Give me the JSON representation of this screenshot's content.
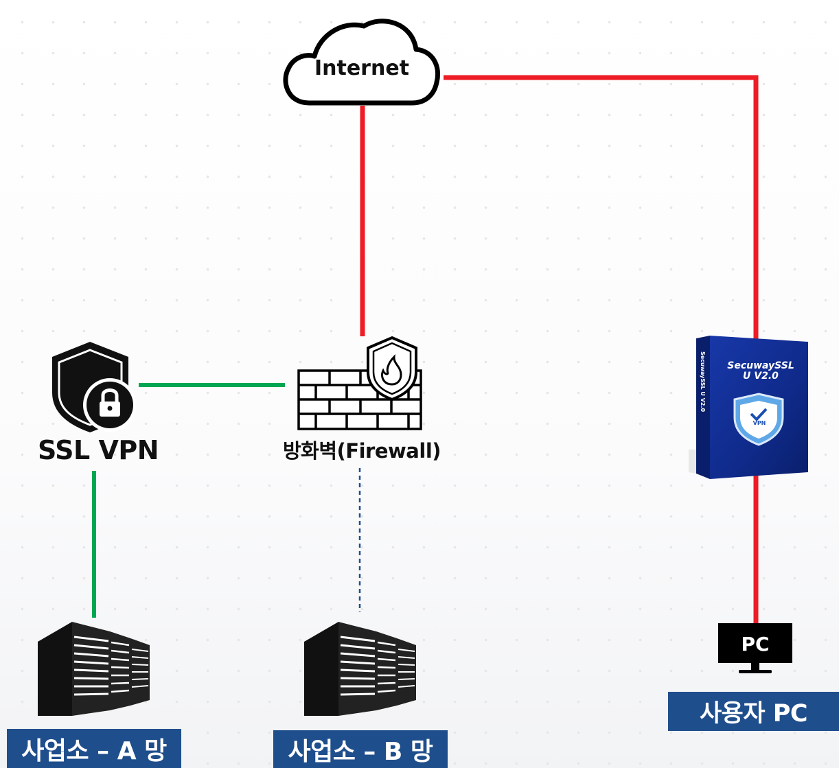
{
  "nodes": {
    "internet": {
      "label": "Internet",
      "icon": "cloud-icon"
    },
    "ssl_vpn": {
      "label": "SSL VPN",
      "icon": "shield-lock-icon"
    },
    "firewall": {
      "label": "방화벽(Firewall)",
      "icon": "firewall-icon"
    },
    "site_a": {
      "label": "사업소 – A 망",
      "icon": "server-rack-icon"
    },
    "site_b": {
      "label": "사업소 – B 망",
      "icon": "server-rack-icon"
    },
    "product": {
      "title_line1": "SecuwaySSL",
      "title_line2": "U V2.0",
      "spine": "SecuwaySSL U V2.0",
      "badge": "VPN",
      "icon": "software-box-icon"
    },
    "pc": {
      "screen_text": "PC",
      "label": "사용자 PC",
      "icon": "monitor-icon"
    }
  },
  "links": [
    {
      "from": "internet",
      "to": "firewall",
      "style": "solid",
      "color": "#ee1c25"
    },
    {
      "from": "internet",
      "to": "product",
      "style": "solid",
      "color": "#ee1c25"
    },
    {
      "from": "product",
      "to": "pc",
      "style": "solid",
      "color": "#ee1c25"
    },
    {
      "from": "ssl_vpn",
      "to": "firewall",
      "style": "solid",
      "color": "#00a651"
    },
    {
      "from": "ssl_vpn",
      "to": "site_a",
      "style": "solid",
      "color": "#00a651"
    },
    {
      "from": "firewall",
      "to": "site_b",
      "style": "dashed",
      "color": "#1f4e8c"
    }
  ],
  "colors": {
    "red": "#ee1c25",
    "green": "#00a651",
    "navy": "#1f4e8c",
    "label_bg": "#1f4e8c"
  }
}
